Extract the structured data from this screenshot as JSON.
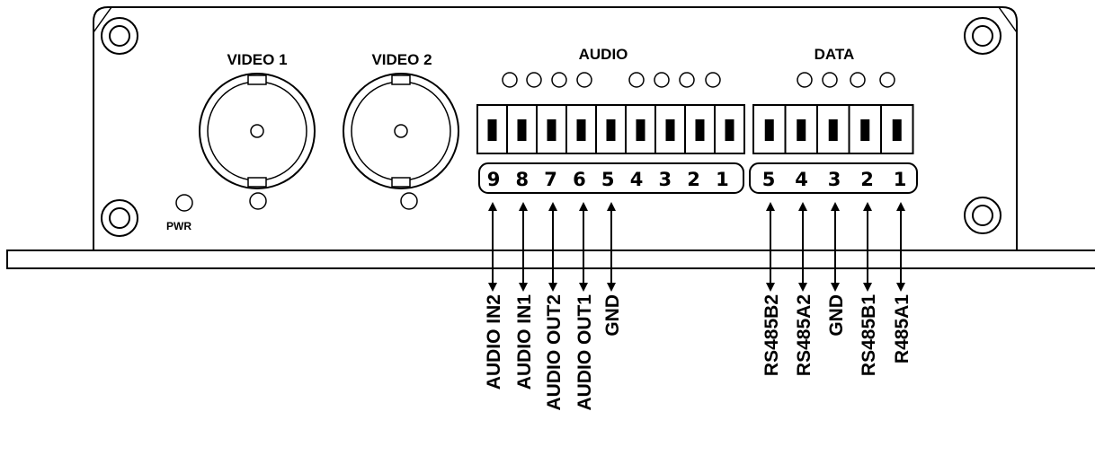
{
  "labels": {
    "video1": "VIDEO 1",
    "video2": "VIDEO 2",
    "audio": "AUDIO",
    "data": "DATA",
    "pwr": "PWR"
  },
  "audio_pins": [
    "9",
    "8",
    "7",
    "6",
    "5",
    "4",
    "3",
    "2",
    "1"
  ],
  "data_pins": [
    "5",
    "4",
    "3",
    "2",
    "1"
  ],
  "audio_signals": [
    "AUDIO IN2",
    "AUDIO IN1",
    "AUDIO OUT2",
    "AUDIO OUT1",
    "GND"
  ],
  "data_signals": [
    "RS485B2",
    "RS485A2",
    "GND",
    "RS485B1",
    "R485A1"
  ]
}
